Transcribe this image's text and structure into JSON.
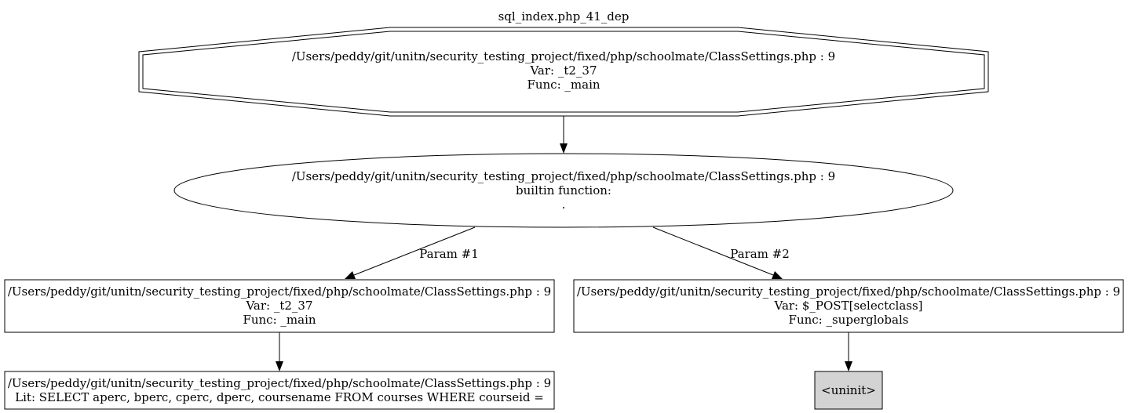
{
  "graph": {
    "title": "sql_index.php_41_dep",
    "nodes": {
      "root": {
        "lines": [
          "/Users/peddy/git/unitn/security_testing_project/fixed/php/schoolmate/ClassSettings.php : 9",
          "Var: _t2_37",
          "Func: _main"
        ]
      },
      "builtin": {
        "lines": [
          "/Users/peddy/git/unitn/security_testing_project/fixed/php/schoolmate/ClassSettings.php : 9",
          "builtin function:",
          "."
        ]
      },
      "param1_target": {
        "lines": [
          "/Users/peddy/git/unitn/security_testing_project/fixed/php/schoolmate/ClassSettings.php : 9",
          "Var: _t2_37",
          "Func: _main"
        ]
      },
      "param2_target": {
        "lines": [
          "/Users/peddy/git/unitn/security_testing_project/fixed/php/schoolmate/ClassSettings.php : 9",
          "Var: $_POST[selectclass]",
          "Func: _superglobals"
        ]
      },
      "literal": {
        "lines": [
          "/Users/peddy/git/unitn/security_testing_project/fixed/php/schoolmate/ClassSettings.php : 9",
          "Lit: SELECT aperc, bperc, cperc, dperc, coursename FROM courses WHERE courseid ="
        ]
      },
      "uninit": {
        "lines": [
          "<uninit>"
        ],
        "fill": "#d3d3d3"
      }
    },
    "edges": {
      "param1": {
        "label": "Param #1"
      },
      "param2": {
        "label": "Param #2"
      }
    }
  }
}
